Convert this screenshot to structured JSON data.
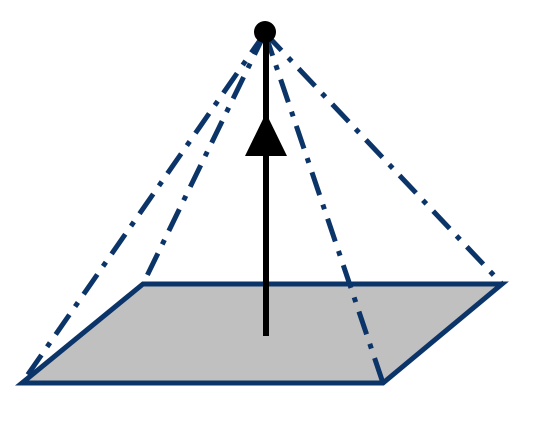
{
  "diagram": {
    "kind": "pyramid with apex point above parallelogram base and vertical arrow",
    "colors": {
      "background": "#ffffff",
      "base_fill": "#c0c0c0",
      "base_stroke": "#0b3469",
      "edge_stroke": "#0b3469",
      "arrow": "#000000",
      "apex_point": "#000000"
    },
    "elements": {
      "apex": {
        "shape": "filled circle"
      },
      "base": {
        "shape": "parallelogram",
        "fill": "grey"
      },
      "edges": {
        "count": 4,
        "style": "dash-dot"
      },
      "arrow": {
        "direction": "up",
        "style": "solid"
      }
    }
  }
}
